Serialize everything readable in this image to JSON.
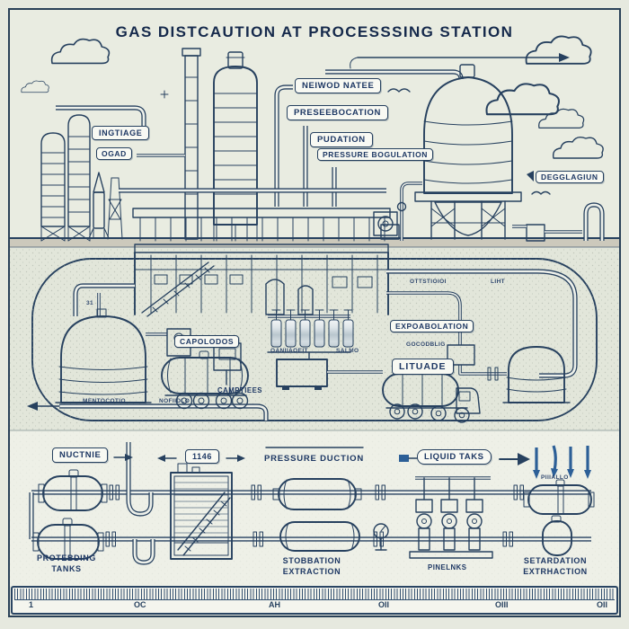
{
  "title": "GAS DISTCAUTION AT PROCESSSING STATION",
  "colors": {
    "ink": "#27415f",
    "paper": "#e9ece1",
    "mid_band": "#e2e6da",
    "lower_band": "#eef0e7",
    "label_bg": "#f8f9f3",
    "arrow_blue": "#2c5f97",
    "metal_light": "#eef1f3",
    "metal_shadow": "#9fb0ba",
    "ground": "#ccc9bc"
  },
  "top": {
    "labels": {
      "ingtiage": "INGTIAGE",
      "ogad": "OGAD",
      "neiwod_natee": "NEIWOD NATEE",
      "preseebocation": "PRESEEBOCATION",
      "pudation": "PUDATION",
      "pressure_bogulation": "PRESSURE BOGULATION",
      "degglagiun": "DEGGLAGIUN"
    }
  },
  "mid": {
    "labels": {
      "num": "31",
      "ottstioioi": "OTTSTIOIOI",
      "liht": "LIHT",
      "capolodos": "CAPOLODOS",
      "expoabolation": "EXPOABOLATION",
      "gocodblig": "GOCODBLIG",
      "oaniiaoeit": "OANIIAOEIT",
      "salmo": "SALMO",
      "lituade": "LITUADE",
      "mentocotio": "MENTOCOTIO",
      "nofiidlo": "NOFIIDLO",
      "camptiees": "CAMPTIEES"
    }
  },
  "bottom": {
    "labels": {
      "nuctnie": "NUCTNIE",
      "pipe_no": "1146",
      "pressure_duction": "PRESSURE DUCTION",
      "liquid_taks": "LIQUID TAKS",
      "piiiallo": "PIIIALLO",
      "protebding_line1": "PROTEBDING",
      "protebding_line2": "TANKS",
      "stobbation_line1": "STOBBATION",
      "stobbation_line2": "EXTRACTION",
      "pinelnks": "PINELNKS",
      "setardation_line1": "SETARDATION",
      "setardation_line2": "EXTRHACTION"
    }
  },
  "ruler": {
    "ticks": [
      "1",
      "OC",
      "AH",
      "OII",
      "OIII",
      "OII"
    ]
  }
}
